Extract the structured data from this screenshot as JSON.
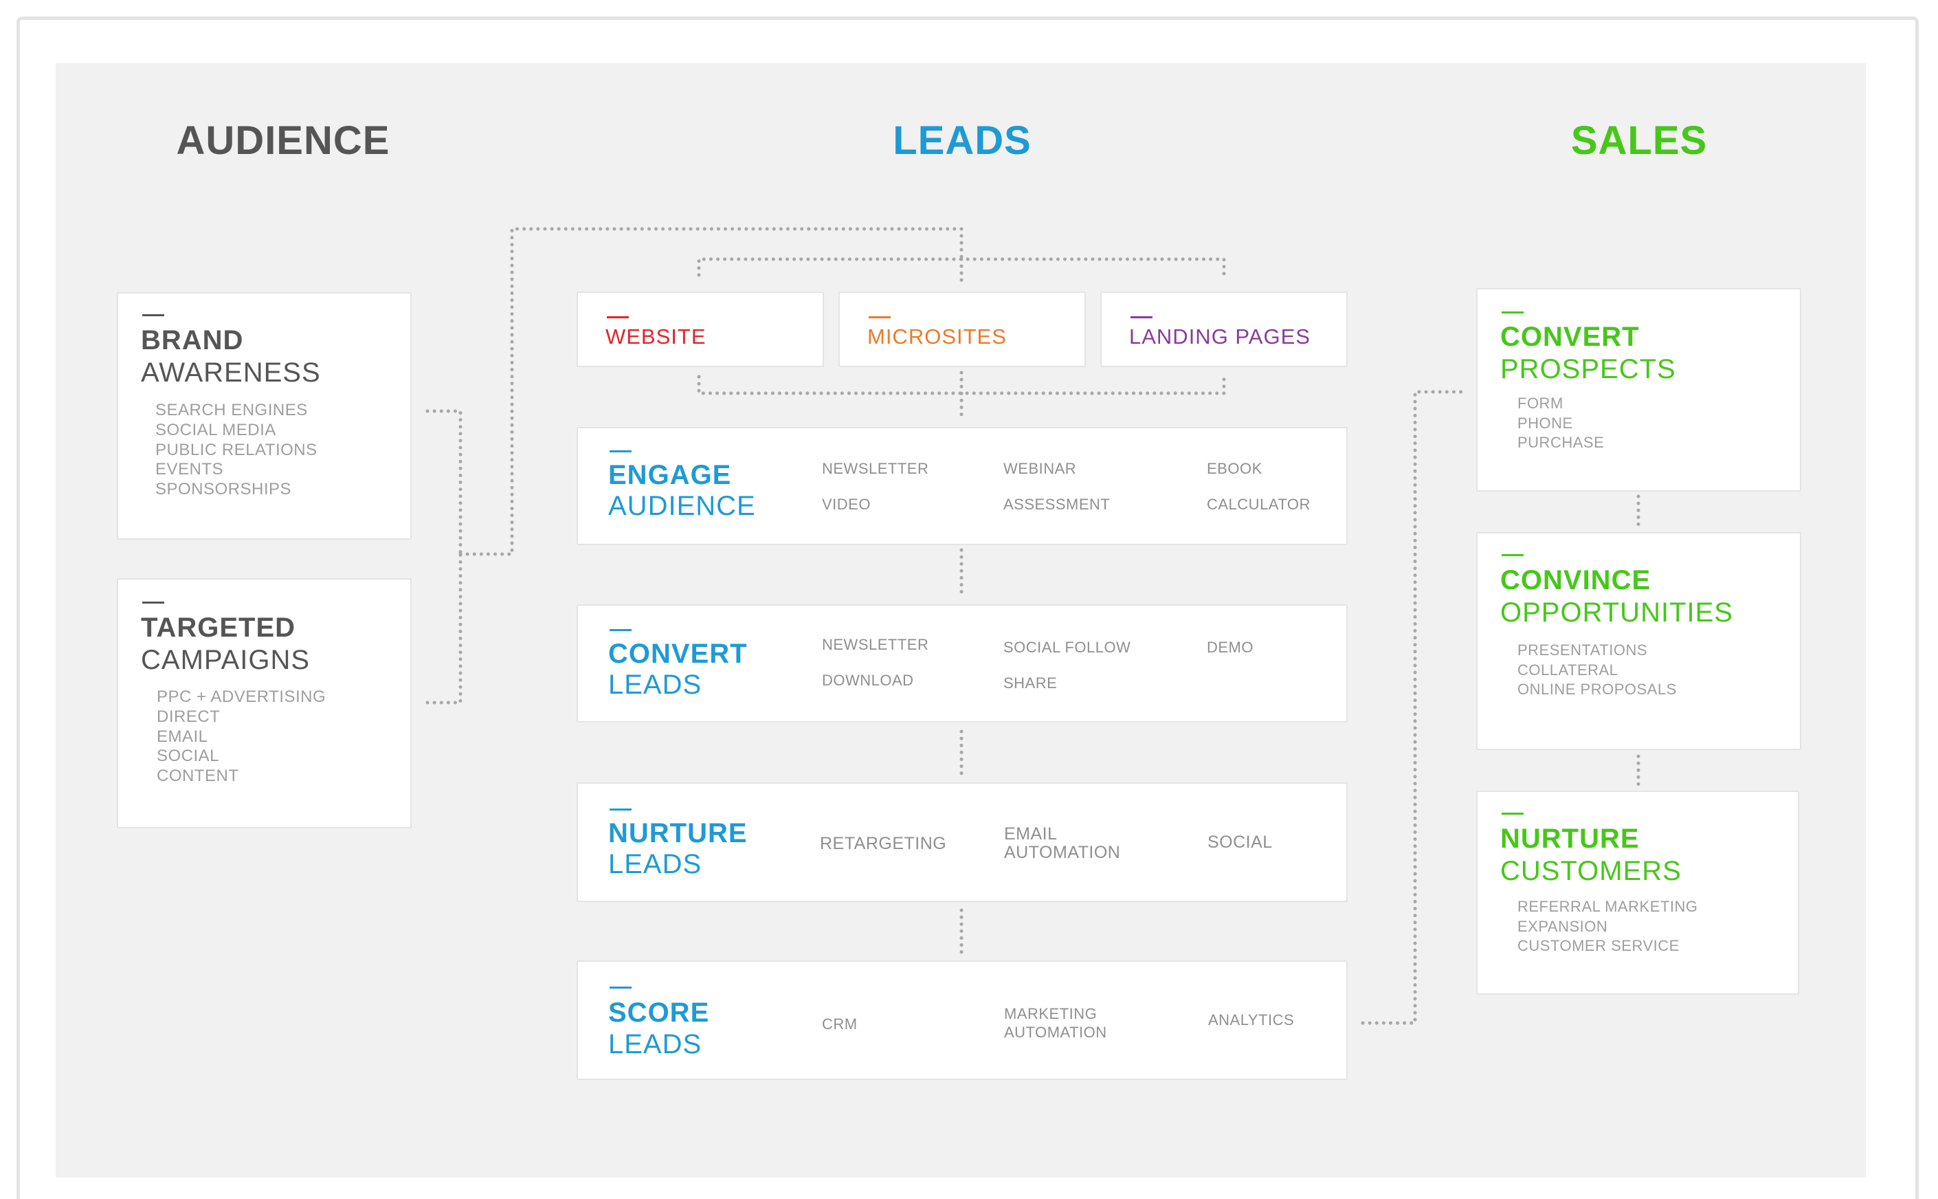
{
  "colors": {
    "audience": "#555555",
    "leads": "#1e9ad6",
    "sales": "#46c719",
    "website": "#e3232a",
    "microsites": "#ec7a2a",
    "landing_pages": "#8a3b9e",
    "muted": "#9e9e9e",
    "connector": "#a8a8a8"
  },
  "columns": {
    "audience": "AUDIENCE",
    "leads": "LEADS",
    "sales": "SALES"
  },
  "audience": [
    {
      "title_bold": "BRAND",
      "title_light": "AWARENESS",
      "items": [
        "SEARCH ENGINES",
        "SOCIAL MEDIA",
        "PUBLIC RELATIONS",
        "EVENTS",
        "SPONSORSHIPS"
      ]
    },
    {
      "title_bold": "TARGETED",
      "title_light": "CAMPAIGNS",
      "items": [
        "PPC + ADVERTISING",
        "DIRECT",
        "EMAIL",
        "SOCIAL",
        "CONTENT"
      ]
    }
  ],
  "sources": [
    "WEBSITE",
    "MICROSITES",
    "LANDING PAGES"
  ],
  "leads": [
    {
      "title_bold": "ENGAGE",
      "title_light": "AUDIENCE",
      "items": [
        "NEWSLETTER",
        "WEBINAR",
        "EBOOK",
        "VIDEO",
        "ASSESSMENT",
        "CALCULATOR"
      ]
    },
    {
      "title_bold": "CONVERT",
      "title_light": "LEADS",
      "items": [
        "NEWSLETTER",
        "SOCIAL FOLLOW",
        "DEMO",
        "DOWNLOAD",
        "SHARE"
      ]
    },
    {
      "title_bold": "NURTURE",
      "title_light": "LEADS",
      "items": [
        "RETARGETING",
        "EMAIL\nAUTOMATION",
        "SOCIAL"
      ]
    },
    {
      "title_bold": "SCORE",
      "title_light": "LEADS",
      "items": [
        "CRM",
        "MARKETING\nAUTOMATION",
        "ANALYTICS"
      ]
    }
  ],
  "sales": [
    {
      "title_bold": "CONVERT",
      "title_light": "PROSPECTS",
      "items": [
        "FORM",
        "PHONE",
        "PURCHASE"
      ]
    },
    {
      "title_bold": "CONVINCE",
      "title_light": "OPPORTUNITIES",
      "items": [
        "PRESENTATIONS",
        "COLLATERAL",
        "ONLINE PROPOSALS"
      ]
    },
    {
      "title_bold": "NURTURE",
      "title_light": "CUSTOMERS",
      "items": [
        "REFERRAL MARKETING",
        "EXPANSION",
        "CUSTOMER SERVICE"
      ]
    }
  ]
}
